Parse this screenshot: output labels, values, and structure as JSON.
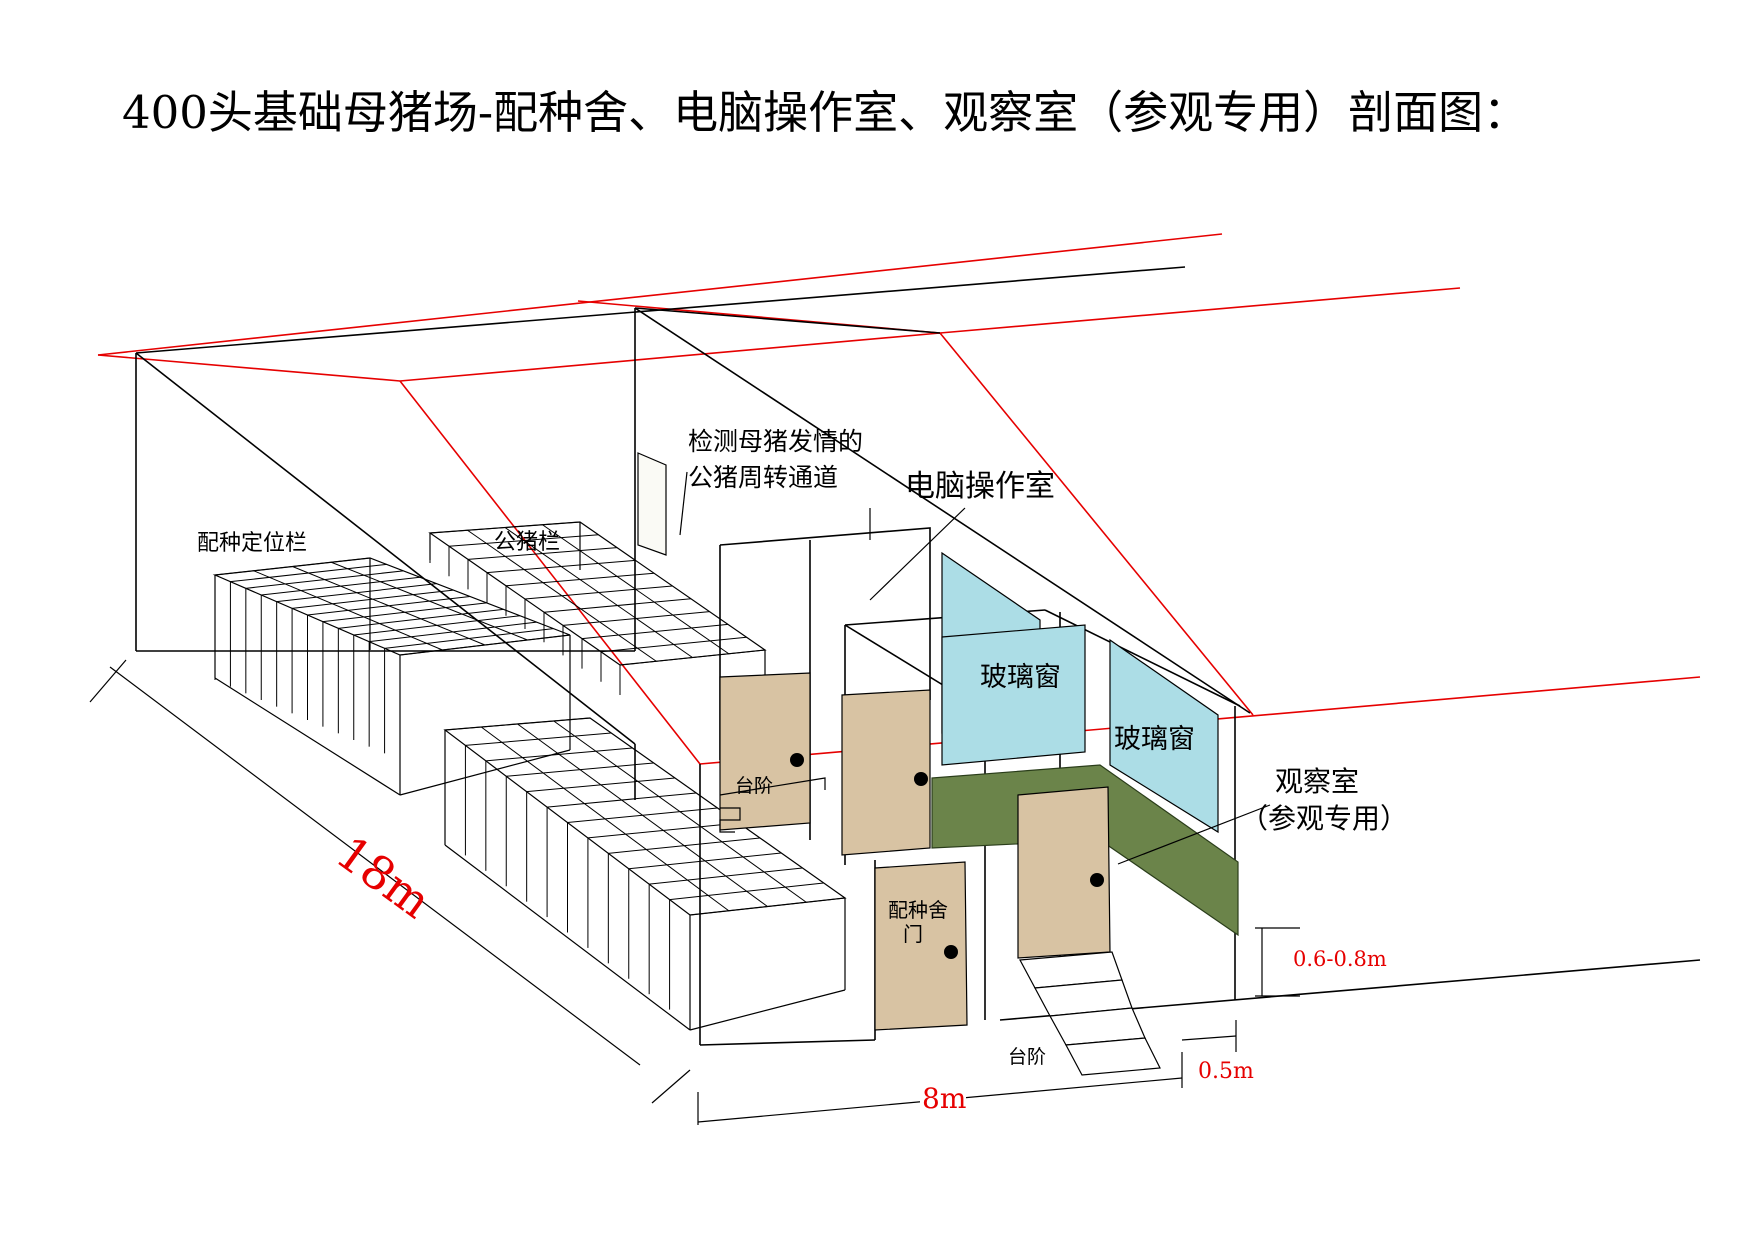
{
  "title": "400头基础母猪场-配种舍、电脑操作室、观察室（参观专用）剖面图：",
  "labels": {
    "breeding_stalls": "配种定位栏",
    "boar_pens": "公猪栏",
    "boar_passage_line1": "检测母猪发情的",
    "boar_passage_line2": "公猪周转通道",
    "computer_room": "电脑操作室",
    "glass_window_1": "玻璃窗",
    "glass_window_2": "玻璃窗",
    "steps_upper": "台阶",
    "steps_lower": "台阶",
    "breeding_door_line1": "配种舍",
    "breeding_door_line2": "门",
    "observation_room_line1": "观察室",
    "observation_room_line2": "（参观专用）"
  },
  "dimensions": {
    "length": "18m",
    "width": "8m",
    "step_width": "0.5m",
    "step_height": "0.6-0.8m"
  },
  "colors": {
    "roof_line": "#e60000",
    "glass": "#acdde6",
    "door": "#d8c3a3",
    "wall_band": "#6b844a",
    "dimension_text": "#e60000"
  }
}
